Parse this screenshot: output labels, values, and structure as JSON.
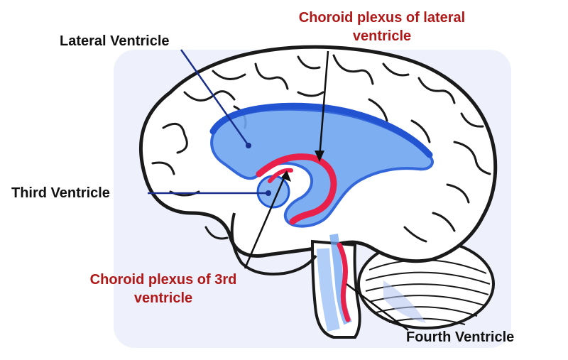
{
  "labels": {
    "lateral_ventricle": "Lateral Ventricle",
    "third_ventricle": "Third Ventricle",
    "fourth_ventricle": "Fourth Ventricle",
    "choroid_lateral_line1": "Choroid plexus of lateral",
    "choroid_lateral_line2": "ventricle",
    "choroid_third_line1": "Choroid plexus of 3rd",
    "choroid_third_line2": "ventricle"
  },
  "colors": {
    "label_dark": "#111111",
    "label_red": "#b01818",
    "ventricle_fill": "#6fa6f0",
    "ventricle_edge": "#1f57d6",
    "choroid_plexus": "#e8204a",
    "brain_outline": "#1a1a1a",
    "brain_fill": "#ffffff",
    "background_tint": "#eef0fb"
  }
}
